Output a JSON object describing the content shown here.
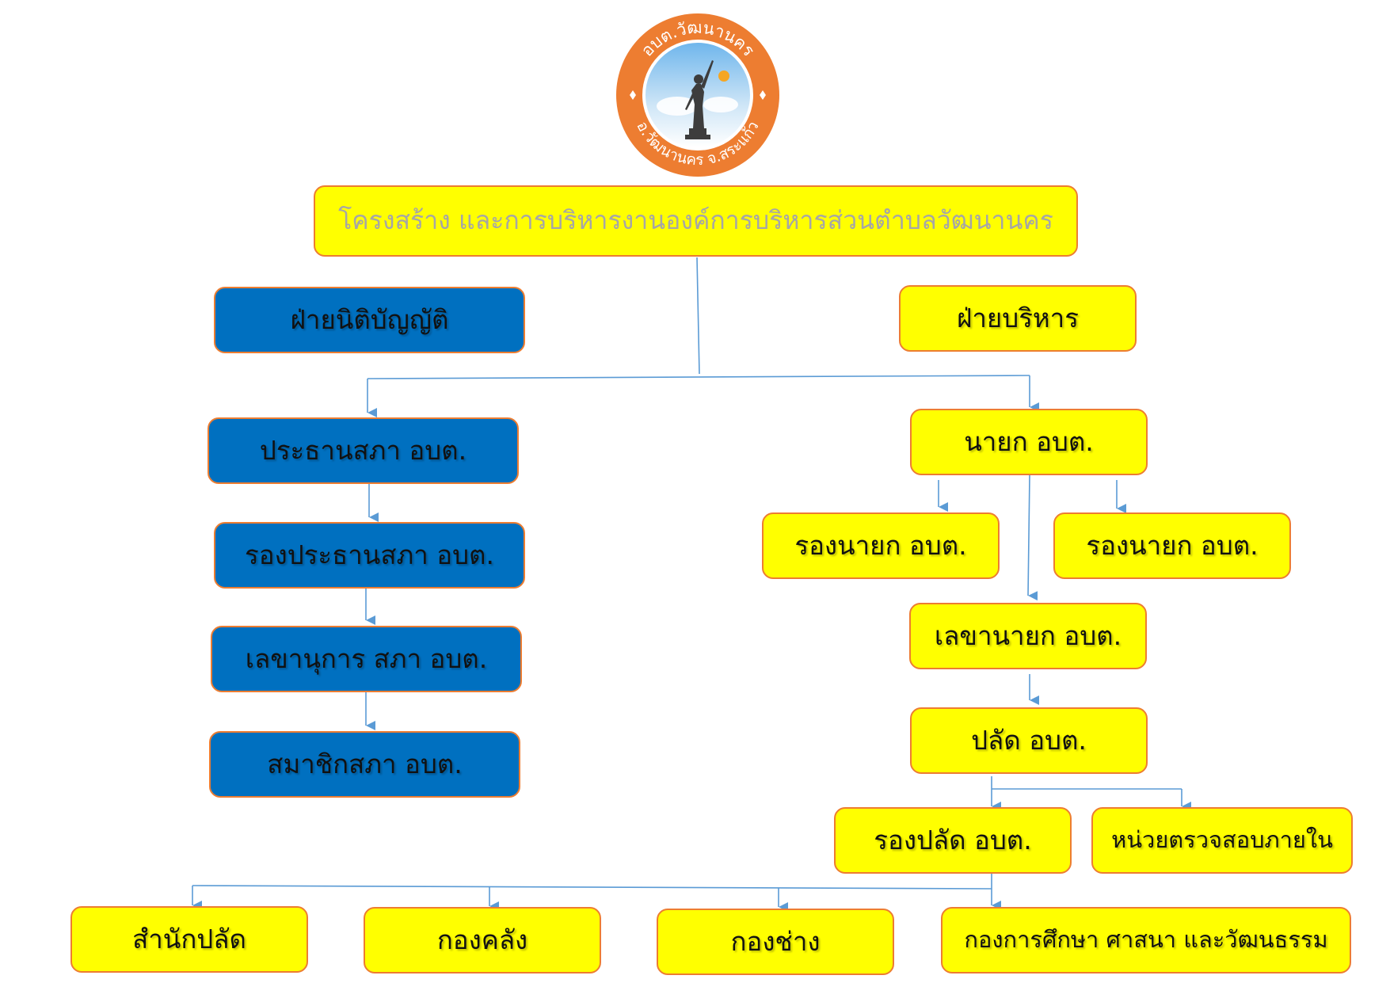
{
  "logo": {
    "top_text": "อบต.วัฒนานคร",
    "bottom_text": "อ.วัฒนานคร จ.สระแก้ว",
    "colors": {
      "ring": "#ed7d31",
      "sky": "#8fc9f0",
      "statue": "#3d3d3d",
      "sun": "#f5a623"
    }
  },
  "title": "โครงสร้าง และการบริหารงานองค์การบริหารส่วนตำบลวัฒนานคร",
  "legislative": {
    "heading": "ฝ่ายนิติบัญญัติ",
    "council_president": "ประธานสภา อบต.",
    "council_vice_president": "รองประธานสภา อบต.",
    "council_secretary": "เลขานุการ สภา อบต.",
    "council_members": "สมาชิกสภา อบต."
  },
  "executive": {
    "heading": "ฝ่ายบริหาร",
    "mayor": "นายก อบต.",
    "deputy_mayor_1": "รองนายก อบต.",
    "deputy_mayor_2": "รองนายก อบต.",
    "mayor_secretary": "เลขานายก อบต.",
    "chief_admin": "ปลัด อบต.",
    "deputy_chief_admin": "รองปลัด อบต.",
    "internal_audit": "หน่วยตรวจสอบภายใน"
  },
  "divisions": {
    "office_of_chief": "สำนักปลัด",
    "finance": "กองคลัง",
    "engineering": "กองช่าง",
    "education": "กองการศึกษา ศาสนา และวัฒนธรรม"
  },
  "colors": {
    "yellow_fill": "#ffff00",
    "blue_fill": "#0070c0",
    "box_border": "#ed7d31",
    "connector": "#5b9bd5"
  }
}
